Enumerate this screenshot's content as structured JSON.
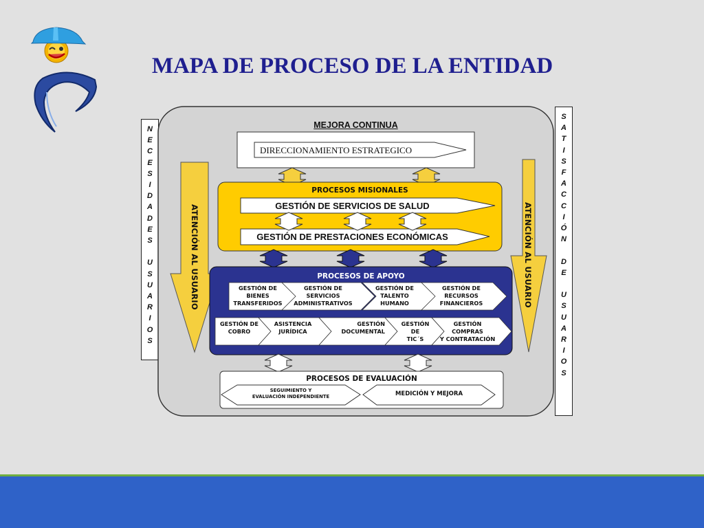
{
  "title": "MAPA DE PROCESO DE LA ENTIDAD",
  "left_strip": [
    "N",
    "E",
    "C",
    "E",
    "S",
    "I",
    "D",
    "A",
    "D",
    "E",
    "S",
    "",
    "U",
    "S",
    "U",
    "A",
    "R",
    "I",
    "O",
    "S"
  ],
  "right_strip": [
    "S",
    "A",
    "T",
    "I",
    "S",
    "F",
    "A",
    "C",
    "C",
    "I",
    "Ó",
    "N",
    "",
    "D",
    "E",
    "",
    "U",
    "S",
    "U",
    "A",
    "R",
    "I",
    "O",
    "S"
  ],
  "atencion_left": "ATENCIÓN AL USUARIO",
  "atencion_right": "ATENCIÓN AL USUARIO",
  "mejora_continua": "MEJORA CONTINUA",
  "direccionamiento": "DIRECCIONAMIENTO ESTRATEGICO",
  "misionales": {
    "title": "PROCESOS MISIONALES",
    "item1": "GESTIÓN DE SERVICIOS DE SALUD",
    "item2": "GESTIÓN DE PRESTACIONES ECONÓMICAS"
  },
  "apoyo": {
    "title": "PROCESOS DE APOYO",
    "row1": [
      [
        "GESTIÓN DE",
        "BIENES",
        "TRANSFERIDOS"
      ],
      [
        "GESTIÓN DE",
        "SERVICIOS",
        "ADMINISTRATIVOS"
      ],
      [
        "GESTIÓN DE",
        "TALENTO",
        "HUMANO"
      ],
      [
        "GESTIÓN DE",
        "RECURSOS",
        "FINANCIEROS"
      ]
    ],
    "row2": [
      [
        "GESTIÓN DE",
        "COBRO"
      ],
      [
        "ASISTENCIA",
        "JURÍDICA"
      ],
      [
        "GESTIÓN",
        "DOCUMENTAL"
      ],
      [
        "GESTIÓN",
        "DE",
        "TIC´S"
      ],
      [
        "GESTIÓN",
        "COMPRAS",
        "Y CONTRATACIÓN"
      ]
    ]
  },
  "evaluacion": {
    "title": "PROCESOS DE EVALUACIÓN",
    "item1": [
      "SEGUIMIENTO Y",
      "EVALUACIÓN INDEPENDIENTE"
    ],
    "item2": "MEDICIÓN Y MEJORA"
  },
  "colors": {
    "title": "#1f1f8f",
    "misionales": "#ffcc00",
    "apoyo": "#2b3390",
    "atencion": "#f5cf3e",
    "footer": "#2f62c8",
    "footer_line": "#6fae3f"
  }
}
